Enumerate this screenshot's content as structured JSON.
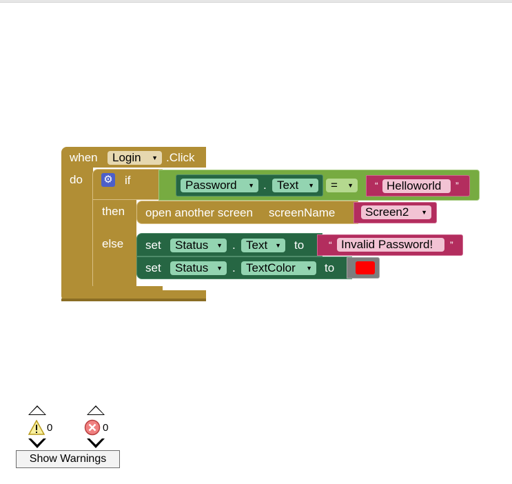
{
  "event": {
    "when_label": "when",
    "component": "Login",
    "event_name": ".Click",
    "do_label": "do"
  },
  "if_block": {
    "if_label": "if",
    "then_label": "then",
    "else_label": "else"
  },
  "compare": {
    "component": "Password",
    "dot": ".",
    "property": "Text",
    "operator": "=",
    "quote_open": "“",
    "quote_close": "”",
    "value": "Helloworld"
  },
  "open_screen": {
    "label": "open another screen",
    "param_label": "screenName",
    "screen_value": "Screen2"
  },
  "set1": {
    "set_label": "set",
    "component": "Status",
    "dot": ".",
    "property": "Text",
    "to_label": "to",
    "quote_open": "“",
    "quote_close": "”",
    "value": "Invalid Password!"
  },
  "set2": {
    "set_label": "set",
    "component": "Status",
    "dot": ".",
    "property": "TextColor",
    "to_label": "to",
    "color_value": "#ff0000"
  },
  "warnings": {
    "warning_count": "0",
    "error_count": "0",
    "show_label": "Show Warnings"
  },
  "colors": {
    "event_block": "#b18e35",
    "if_block": "#b18e35",
    "compare_block": "#77ab41",
    "text_block": "#b32d5e",
    "set_block": "#266643",
    "color_block": "#7d7d7d",
    "component_dropdown": "#93d4b1",
    "event_dropdown": "#e6d8b0"
  },
  "icons": [
    "settings-gear-icon",
    "warning-triangle-icon",
    "error-x-icon"
  ]
}
